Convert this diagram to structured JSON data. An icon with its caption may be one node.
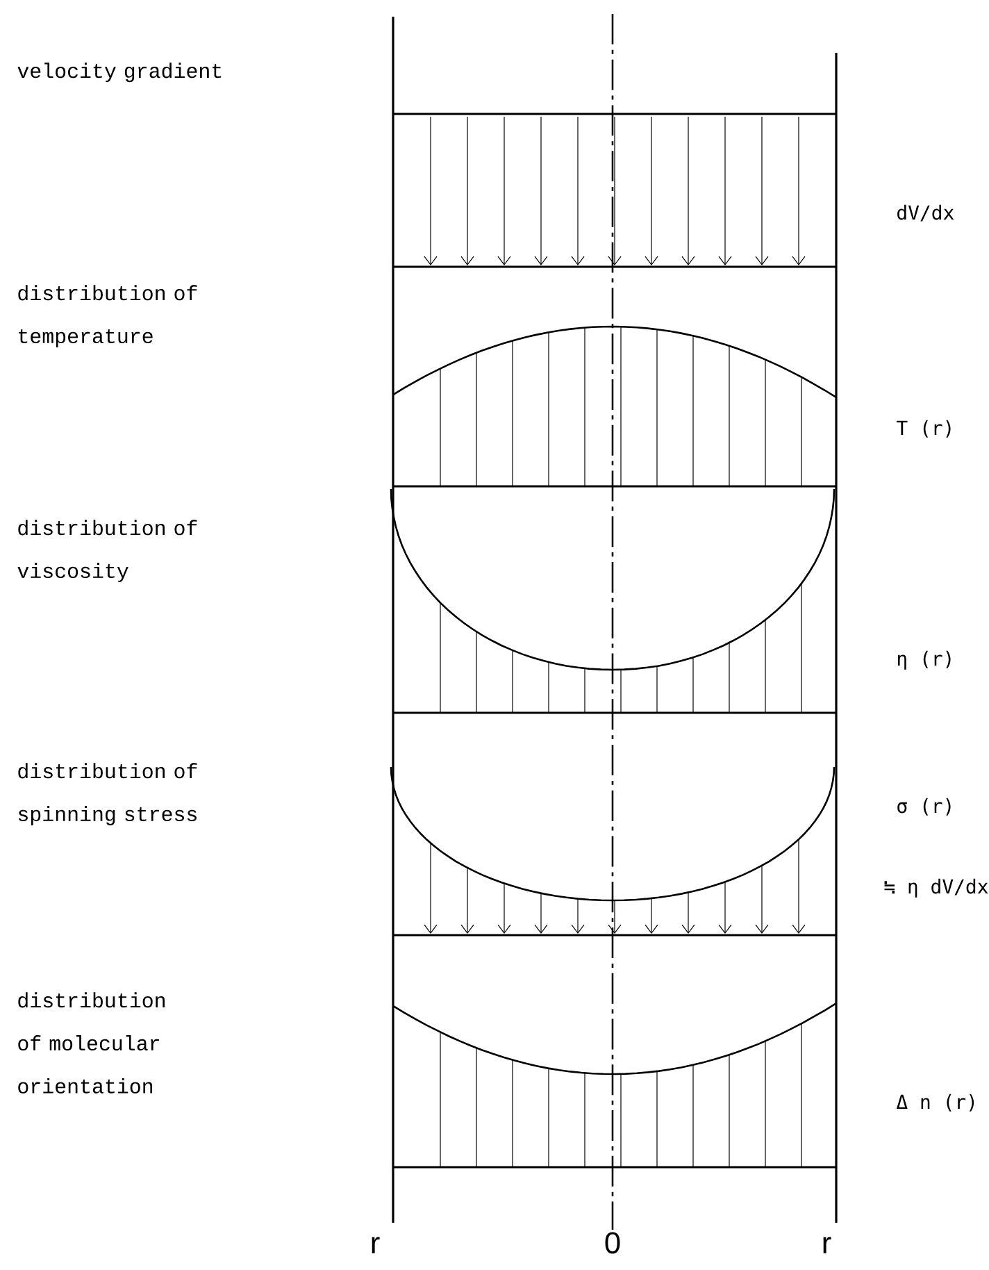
{
  "diagram": {
    "labels": [
      "velocity gradient",
      "dV/dx",
      "distribution of temperature",
      "T (r)",
      "distribution of viscosity",
      "η (r)",
      "distribution of spinning stress",
      "σ (r)",
      "≒ η dV/dx",
      "distribution of molecular orientation",
      "Δ n (r)",
      "r",
      "0",
      "r"
    ]
  }
}
